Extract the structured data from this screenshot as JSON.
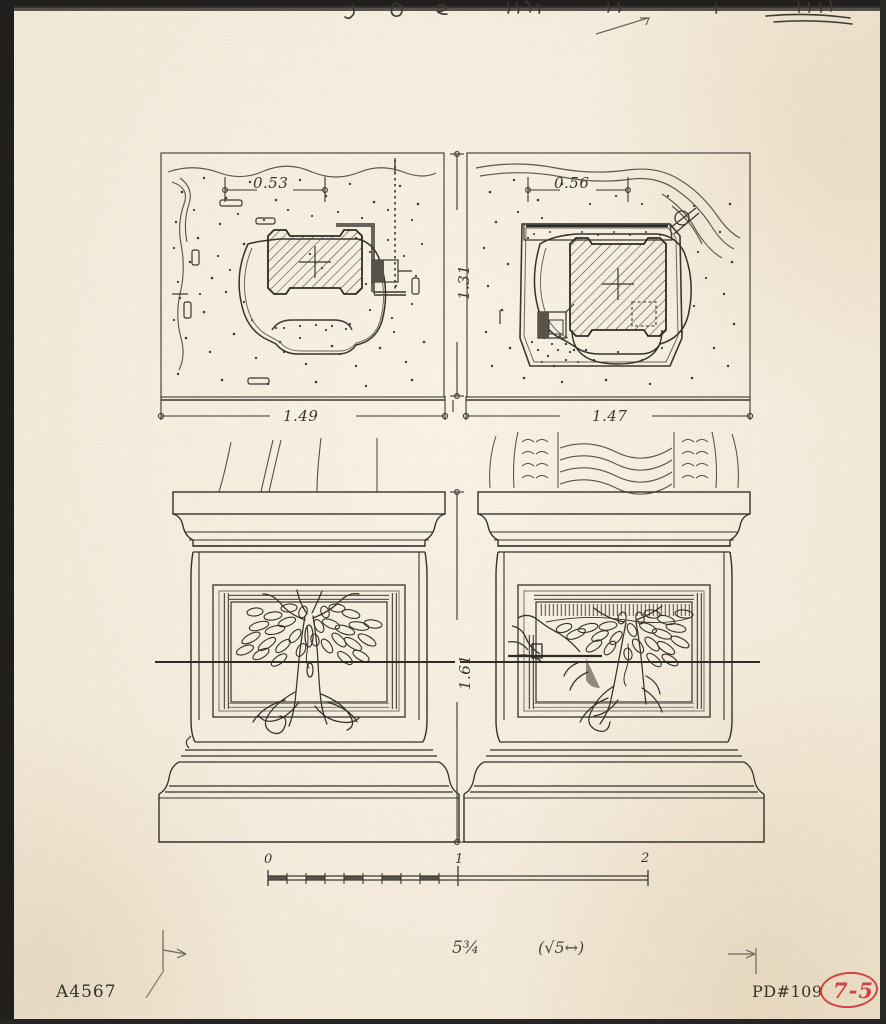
{
  "sheet": {
    "kind": "measured-architectural-drawing",
    "medium": "ink on cream paper",
    "paper_color": "#f4ecdc",
    "ink_color": "#2e2c27",
    "accent_red": "#d0453f"
  },
  "plans": {
    "left": {
      "title": "plan-left",
      "top_dimension": "0.53",
      "bottom_dimension": "1.49"
    },
    "right": {
      "title": "plan-right",
      "top_dimension": "0.56",
      "bottom_dimension": "1.47"
    },
    "shared_height_dimension": "1.31"
  },
  "elevations": {
    "left": {
      "title": "elevation-left",
      "relief_subject": "tree"
    },
    "right": {
      "title": "elevation-right",
      "relief_subject": "tree"
    },
    "shared_height_dimension": "1.61"
  },
  "scale_bar": {
    "ticks": [
      "0",
      "1",
      "2"
    ],
    "subdivisions": 10
  },
  "annotations": {
    "catalog_number": "A4567",
    "negative_number": "PD#109",
    "plate_stamp": "7-5",
    "pencil_fraction": "5¾",
    "pencil_note": "(√5↔)"
  }
}
